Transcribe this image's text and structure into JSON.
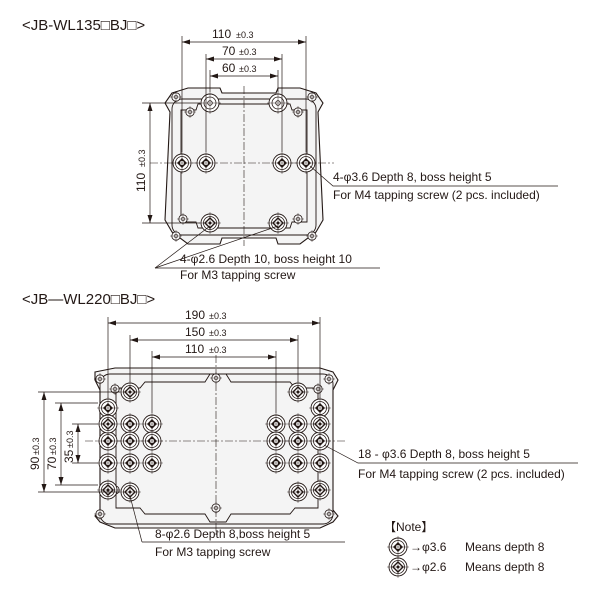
{
  "top": {
    "title": "<JB-WL135□BJ□>",
    "dim_110_h": "110",
    "dim_70": "70",
    "dim_60": "60",
    "dim_110_v": "110",
    "tol": "±0.3",
    "callout_1_line1": "4-φ3.6 Depth 8,  boss height 5",
    "callout_1_line2": "For M4 tapping screw (2 pcs. included)",
    "callout_2_line1": "4-φ2.6  Depth 10,  boss height 10",
    "callout_2_line2": "For M3 tapping screw"
  },
  "bottom": {
    "title": "<JB―WL220□BJ□>",
    "dim_190": "190",
    "dim_150": "150",
    "dim_110": "110",
    "dim_90": "90",
    "dim_70": "70",
    "dim_35": "35",
    "tol": "±0.3",
    "callout_1_line1": "18 - φ3.6 Depth 8,  boss height 5",
    "callout_1_line2": "For M4 tapping screw (2 pcs. included)",
    "callout_2_line1": "8-φ2.6  Depth 8,boss  height 5",
    "callout_2_line2": "For M3  tapping screw"
  },
  "note": {
    "title": "【Note】",
    "row1_arrow": "→φ3.6",
    "row1_text": "Means depth 8",
    "row2_arrow": "→φ2.6",
    "row2_text": "Means depth 8",
    "symbol_large": "large-hole-symbol-icon",
    "symbol_small": "small-hole-symbol-icon"
  }
}
